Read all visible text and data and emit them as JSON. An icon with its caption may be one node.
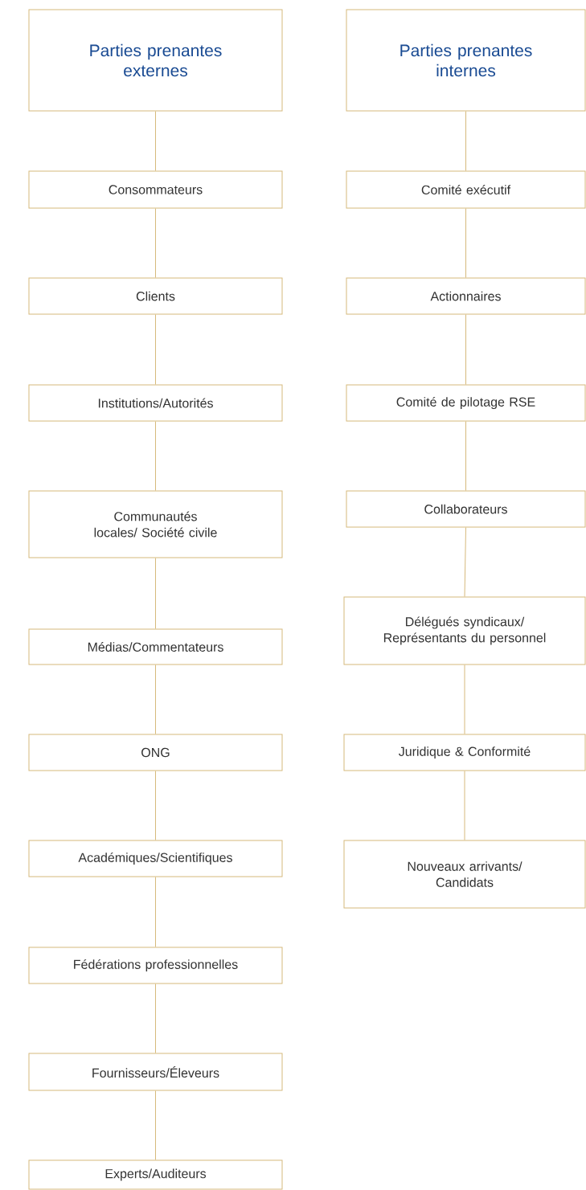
{
  "diagram": {
    "nodes": [
      {
        "text": [
          "Parties prenantes externes"
        ]
      },
      {
        "text": [
          "Consommateurs"
        ]
      },
      {
        "text": [
          "Clients"
        ]
      },
      {
        "text": [
          "Institutions/Autorités"
        ]
      },
      {
        "text": [
          "Communautés locales/ Société civile"
        ]
      },
      {
        "text": [
          "Médias/Commentateurs"
        ]
      },
      {
        "text": [
          "ONG"
        ]
      },
      {
        "text": [
          "Académiques/Scientifiques"
        ]
      },
      {
        "text": [
          "Fédérations professionnelles"
        ]
      },
      {
        "text": [
          "Fournisseurs/Éleveurs"
        ]
      },
      {
        "text": [
          "Experts/Auditeurs"
        ]
      },
      {
        "text": [
          "Parties prenantes internes"
        ]
      },
      {
        "text": [
          "Comité exécutif"
        ]
      },
      {
        "text": [
          "Actionnaires"
        ]
      },
      {
        "text": [
          "Comité de pilotage RSE"
        ]
      },
      {
        "text": [
          "Collaborateurs"
        ]
      },
      {
        "text": [
          "Délégués syndicaux/ Représentants du personnel"
        ]
      },
      {
        "text": [
          "Juridique & Conformité"
        ]
      },
      {
        "text": [
          "Nouveaux arrivants/ Candidats"
        ]
      }
    ],
    "edges": [
      {
        "from": 0,
        "to": 1,
        "arrow": "none"
      },
      {
        "from": 1,
        "to": 2,
        "arrow": "none"
      },
      {
        "from": 2,
        "to": 3,
        "arrow": "none"
      },
      {
        "from": 3,
        "to": 4,
        "arrow": "none"
      },
      {
        "from": 4,
        "to": 5,
        "arrow": "none"
      },
      {
        "from": 5,
        "to": 6,
        "arrow": "none"
      },
      {
        "from": 6,
        "to": 7,
        "arrow": "none"
      },
      {
        "from": 7,
        "to": 8,
        "arrow": "none"
      },
      {
        "from": 8,
        "to": 9,
        "arrow": "none"
      },
      {
        "from": 9,
        "to": 10,
        "arrow": "none"
      },
      {
        "from": 11,
        "to": 12,
        "arrow": "none"
      },
      {
        "from": 12,
        "to": 13,
        "arrow": "none"
      },
      {
        "from": 13,
        "to": 14,
        "arrow": "none"
      },
      {
        "from": 14,
        "to": 15,
        "arrow": "none"
      },
      {
        "from": 15,
        "to": 16,
        "arrow": "none"
      },
      {
        "from": 16,
        "to": 17,
        "arrow": "none"
      },
      {
        "from": 17,
        "to": 18,
        "arrow": "none"
      }
    ]
  }
}
